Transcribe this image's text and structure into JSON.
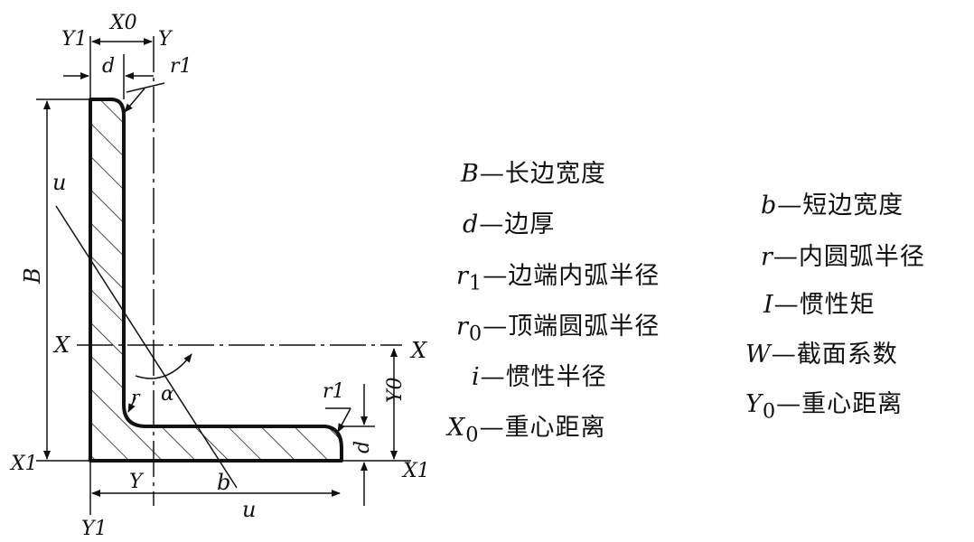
{
  "diagram": {
    "labels": {
      "Y1_top": "Y1",
      "X0": "X0",
      "Y_top": "Y",
      "d_top": "d",
      "r1_top": "r1",
      "u_left": "u",
      "B": "B",
      "X_left": "X",
      "X_right": "X",
      "alpha": "α",
      "r_inner": "r",
      "r1_right": "r1",
      "Y0": "Y0",
      "d_right": "d",
      "X1_left": "X1",
      "X1_right": "X1",
      "Y_bottom": "Y",
      "b": "b",
      "u_bottom": "u",
      "Y1_bottom": "Y1"
    }
  },
  "legend_left": [
    {
      "sym": "B",
      "sub": "",
      "text": "—长边宽度"
    },
    {
      "sym": "d",
      "sub": "",
      "text": "—边厚"
    },
    {
      "sym": "r",
      "sub": "1",
      "text": "—边端内弧半径"
    },
    {
      "sym": "r",
      "sub": "0",
      "text": "—顶端圆弧半径"
    },
    {
      "sym": "i",
      "sub": "",
      "text": "—惯性半径"
    },
    {
      "sym": "X",
      "sub": "0",
      "text": "—重心距离"
    }
  ],
  "legend_right": [
    {
      "sym": "b",
      "sub": "",
      "text": "—短边宽度"
    },
    {
      "sym": "r",
      "sub": "",
      "text": "—内圆弧半径"
    },
    {
      "sym": "I",
      "sub": "",
      "text": "—惯性矩"
    },
    {
      "sym": "W",
      "sub": "",
      "text": "—截面系数"
    },
    {
      "sym": "Y",
      "sub": "0",
      "text": "—重心距离"
    }
  ]
}
